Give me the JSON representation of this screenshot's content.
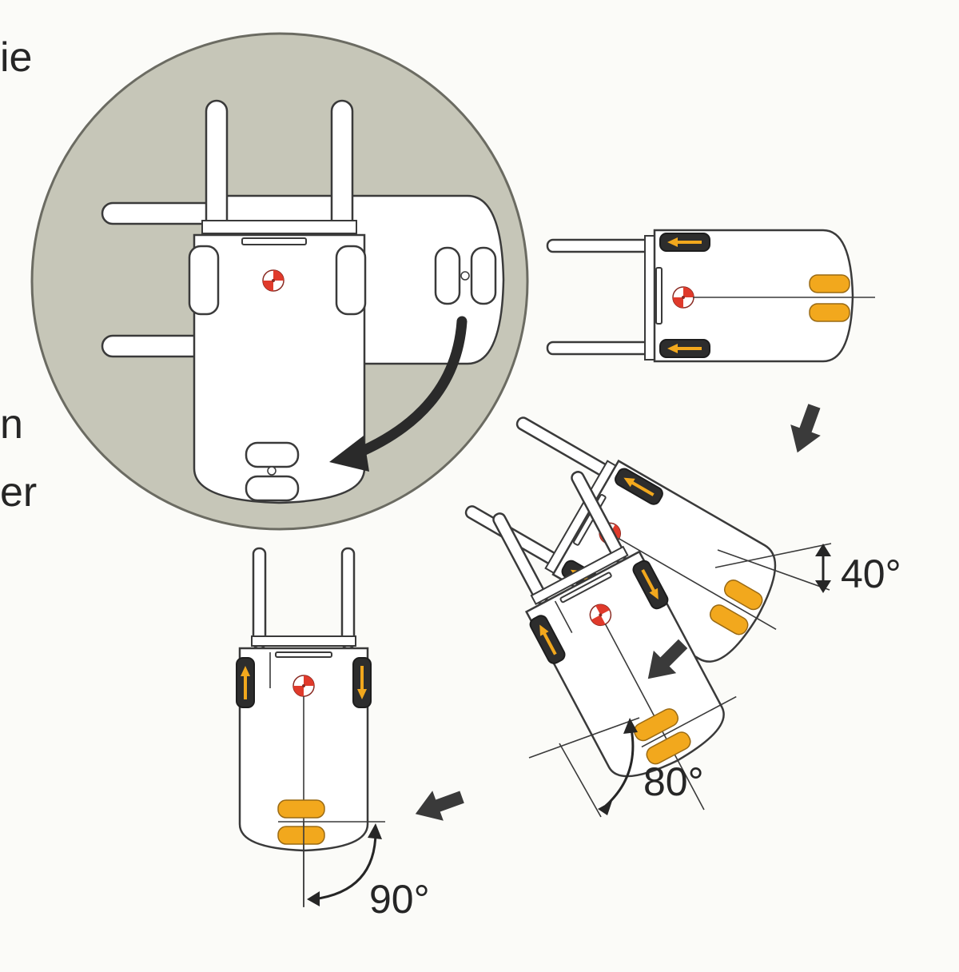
{
  "text_fragments": {
    "top_left": "ie",
    "mid_left": "n",
    "lower_left": "er"
  },
  "angles": {
    "angle_40": "40°",
    "angle_80": "80°",
    "angle_90": "90°"
  },
  "colors": {
    "circle_background": "#c6c6b8",
    "wheel_orange": "#f2a81d",
    "drive_wheel": "#2d2d2d",
    "outline": "#3a3a3a",
    "center_marker_red": "#e03a2b"
  }
}
